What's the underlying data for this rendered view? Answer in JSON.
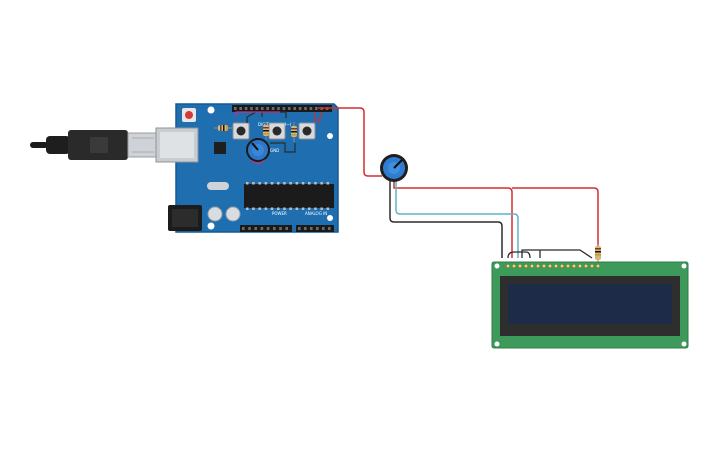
{
  "arduino": {
    "label_digital": "DIGITAL (PWM~)",
    "label_power": "POWER",
    "label_analog": "ANALOG IN",
    "label_gnd": "GND"
  },
  "colors": {
    "board": "#1f6fb0",
    "board_edge": "#175a91",
    "lcd_board": "#3e9a5a",
    "lcd_screen": "#1d2a48",
    "wire_red": "#d32f2f",
    "wire_black": "#2b2b2b",
    "wire_teal": "#5fb3c9",
    "wire_magenta": "#c7307f"
  }
}
